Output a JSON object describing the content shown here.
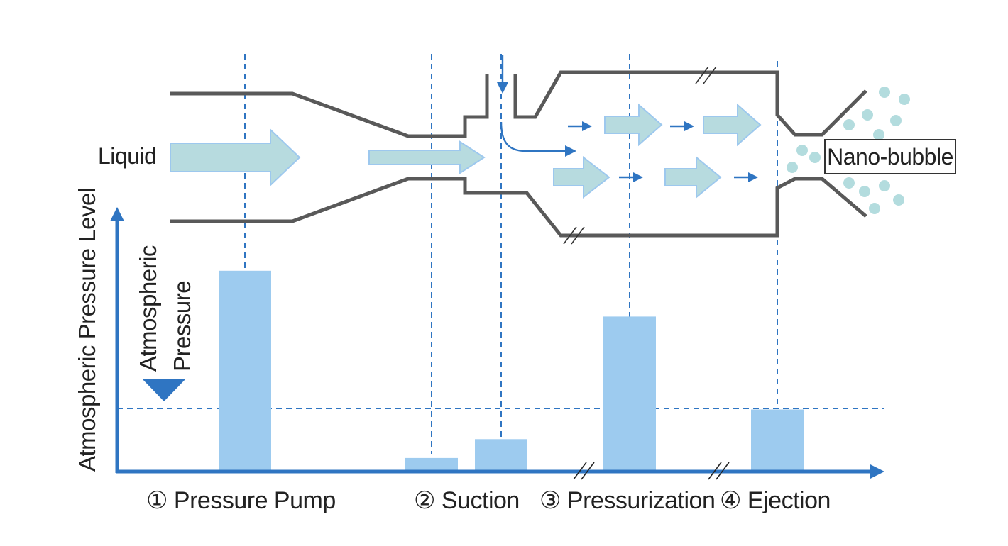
{
  "labels": {
    "liquid": "Liquid",
    "nano_bubble": "Nano-bubble",
    "y_axis": "Atmospheric Pressure Level",
    "reference_line": [
      "Atmospheric",
      "Pressure"
    ]
  },
  "stages": [
    {
      "label": "① Pressure Pump",
      "relative_pressure": 0.74
    },
    {
      "label": "② Suction",
      "relative_pressure": 0.045
    },
    {
      "label": "③ Pressurization",
      "relative_pressure": 0.57
    },
    {
      "label": "④ Ejection",
      "relative_pressure": 0.225
    }
  ],
  "suction_secondary_relative_pressure": 0.115,
  "atmospheric_reference_relative": 0.225,
  "colors": {
    "pipe": "#595959",
    "axis": "#2f75c2",
    "bar": "#9dcbef",
    "flow_arrow_fill": "#b7dbdf",
    "flow_arrow_stroke": "#9dc8ee",
    "bubble": "#b3dcde"
  }
}
